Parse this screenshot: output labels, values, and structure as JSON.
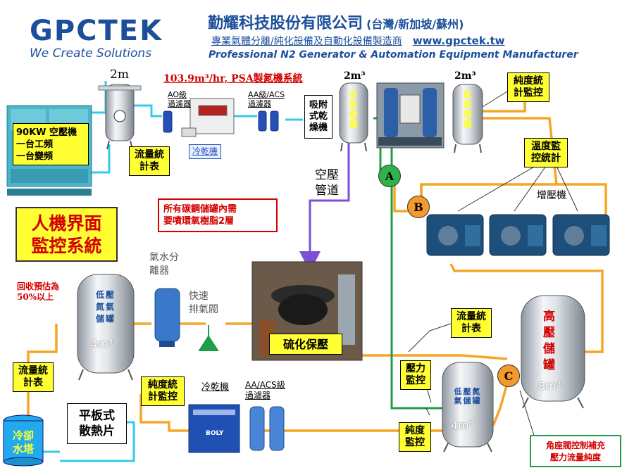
{
  "header": {
    "logo_text": "GPCTEK",
    "slogan": "We Create Solutions",
    "company_name": "勤耀科技股份有限公司",
    "company_regions": "(台灣/新加坡/蘇州)",
    "subtitle_cn": "專業氣體分離/純化設備及自動化設備製造商",
    "website": "www.gpctek.tw",
    "subtitle_en": "Professional N2 Generator & Automation Equipment Manufacturer"
  },
  "colors": {
    "pipe_orange": "#f5a623",
    "pipe_green": "#1e9e4a",
    "pipe_cyan": "#33ccee",
    "pipe_purple": "#7b4fd6",
    "label_yellow": "#ffff33",
    "accent_red": "#d40000",
    "title_blue": "#1b4f9c",
    "badge_green": "#2fb24a",
    "badge_orange": "#f39a2b"
  },
  "labels": {
    "system_title": "103.9m³/hr, PSA製氮機系統",
    "vol_2m": "2m",
    "vol_2m3_a": "2m³",
    "vol_2m3_b": "2m³",
    "compressor": "90KW 空壓機\n一台工頻\n一台變頻",
    "flow_meter_1": "流量統\n計表",
    "ao_filter": "AO級\n過濾器",
    "aa_filter": "AA級/ACS\n過濾器",
    "chiller_top": "冷乾機",
    "adsorption_dryer": "吸附\n式乾\n燥機",
    "air_tank": "空氣儲罐",
    "nitrogen_tank": "氮氣儲罐",
    "purity_monitor_top": "純度統\n計監控",
    "temp_monitor": "溫度監\n控統計",
    "booster": "增壓機",
    "air_pipe": "空壓\n管道",
    "coating_note": "所有碳鋼儲罐內需\n要噴環氧樹脂2層",
    "hmi": "人機界面\n監控系統",
    "separator": "氣水分\n離器",
    "quick_valve": "快速\n排氣閥",
    "recovery": "回收預估為\n50%以上",
    "low_tank_left": "低壓氮氣儲罐",
    "vol_4m3_left": "4m³",
    "vulcanizer": "硫化保壓",
    "flow_meter_2": "流量統\n計表",
    "pressure_monitor": "壓力\n監控",
    "purity_monitor_bottom": "純度\n監控",
    "low_tank_right": "低壓氮氣儲罐",
    "vol_4m3_right": "4m³",
    "high_tank": "高壓儲罐",
    "vol_8m3": "8m³",
    "valve_note": "角座閥控制補充\n壓力流量純度",
    "flow_meter_3": "流量統\n計表",
    "purity_monitor_mid": "純度統\n計監控",
    "chiller_bottom": "冷乾機",
    "aa_filter_bottom": "AA/ACS級\n過濾器",
    "radiator": "平板式\n散熱片",
    "cooling_tower": "冷卻\n水塔",
    "badge_a": "A",
    "badge_b": "B",
    "badge_c": "C",
    "dryer_brand": "BOLY"
  }
}
